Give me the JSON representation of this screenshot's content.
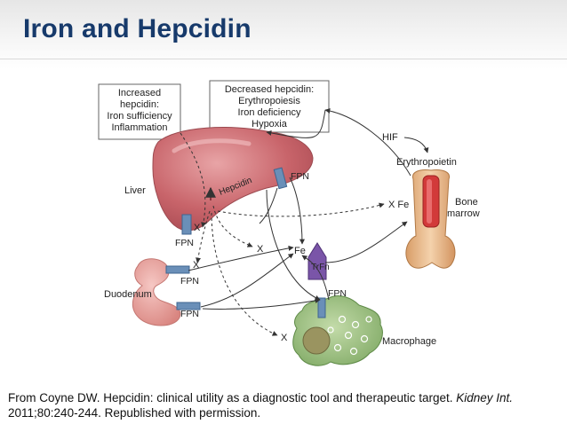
{
  "title": "Iron and Hepcidin",
  "boxes": {
    "increased": [
      "Increased",
      "hepcidin:",
      "Iron sufficiency",
      "Inflammation"
    ],
    "decreased": [
      "Decreased hepcidin:",
      "Erythropoiesis",
      "Iron deficiency",
      "Hypoxia"
    ]
  },
  "labels": {
    "liver": "Liver",
    "hepcidin": "Hepcidin",
    "fpn": "FPN",
    "hif": "HIF",
    "erythropoietin": "Erythropoietin",
    "bone_marrow": [
      "Bone",
      "marrow"
    ],
    "fe": "Fe",
    "x": "X",
    "x_fe": "X Fe",
    "trfn": "TrFn",
    "duodenum": "Duodenum",
    "macrophage": "Macrophage"
  },
  "citation": {
    "part1": "From Coyne DW. Hepcidin: clinical utility as a diagnostic tool and therapeutic target. ",
    "journal": "Kidney Int.",
    "part2": " 2011;80:240-244. Republished  with permission."
  },
  "colors": {
    "title": "#173a6b",
    "liver": "#c8646a",
    "fpn": "#6a8fb8",
    "bone": "#e8b988",
    "marrow": "#d23a3a",
    "duodenum": "#e7a4a0",
    "macrophage": "#9cc080",
    "nucleus": "#9a9460",
    "trfn": "#7a55a8"
  }
}
